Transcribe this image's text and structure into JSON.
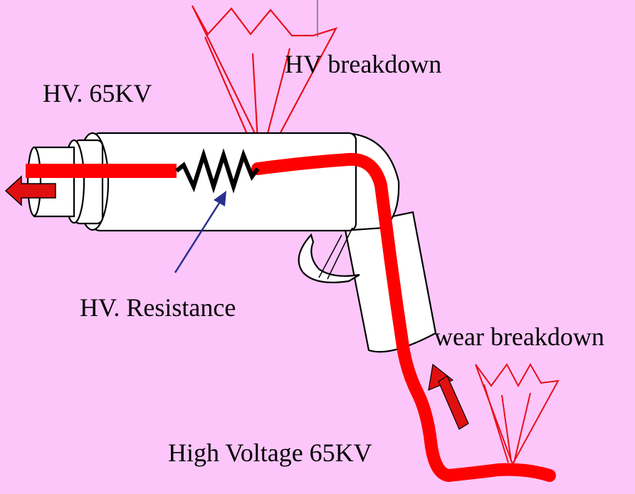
{
  "labels": {
    "hv_65kv": "HV. 65KV",
    "hv_breakdown": "HV breakdown",
    "hv_resistance": "HV. Resistance",
    "wear_breakdown": "wear breakdown",
    "high_voltage": "High Voltage 65KV"
  },
  "colors": {
    "background": "#fcc6fb",
    "conductor": "#ff0000",
    "spark": "#e8101a",
    "arrow_fill": "#e01010",
    "pointer_arrow": "#2b2f8f",
    "outline": "#000000",
    "body": "#ffffff"
  },
  "icons": {
    "output_arrow": "left-arrow-icon",
    "input_arrow": "up-right-arrow-icon"
  }
}
